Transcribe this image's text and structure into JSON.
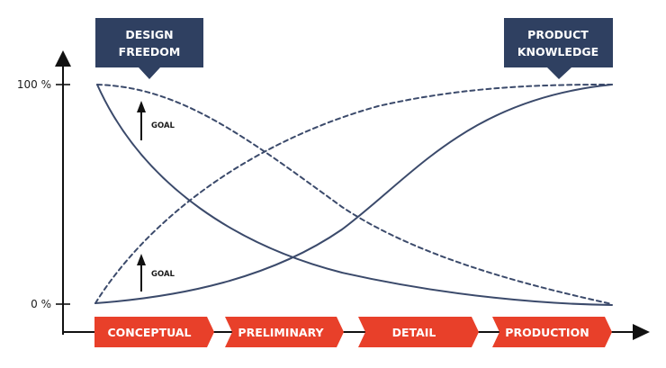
{
  "y_axis": {
    "top_tick_label": "100 %",
    "bottom_tick_label": "0 %"
  },
  "callouts": [
    {
      "id": "design-freedom",
      "lines": [
        "DESIGN",
        "FREEDOM"
      ]
    },
    {
      "id": "product-knowledge",
      "lines": [
        "PRODUCT",
        "KNOWLEDGE"
      ]
    }
  ],
  "goal_labels": [
    "GOAL",
    "GOAL"
  ],
  "phases": [
    "CONCEPTUAL",
    "PRELIMINARY",
    "DETAIL",
    "PRODUCTION"
  ],
  "colors": {
    "curve": "#3b4a6b",
    "callout_bg": "#2f4061",
    "phase_bg": "#e8402a",
    "axis": "#111111"
  },
  "curves": [
    {
      "name": "design-freedom-current",
      "style": "solid",
      "trend": "decreasing"
    },
    {
      "name": "design-freedom-goal",
      "style": "dashed",
      "trend": "decreasing"
    },
    {
      "name": "product-knowledge-current",
      "style": "solid",
      "trend": "increasing"
    },
    {
      "name": "product-knowledge-goal",
      "style": "dashed",
      "trend": "increasing"
    }
  ]
}
